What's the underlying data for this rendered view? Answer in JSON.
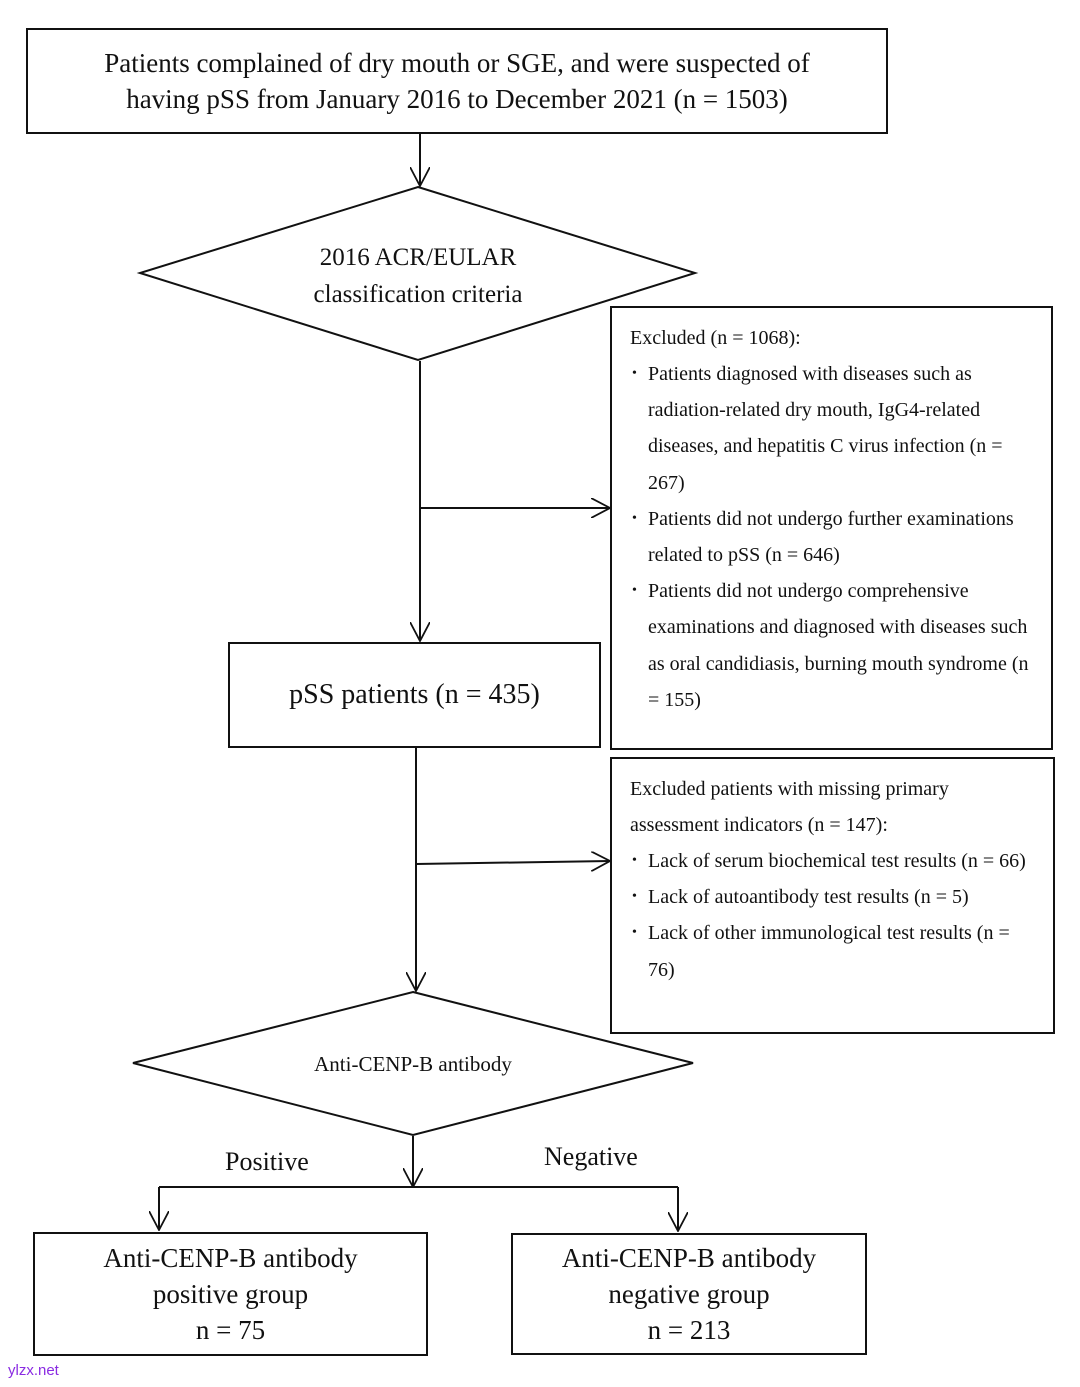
{
  "flowchart": {
    "start_box": {
      "lines": [
        "Patients complained of dry mouth or SGE, and were suspected of",
        "having pSS from January 2016 to December 2021 (n = 1503)"
      ]
    },
    "decision_criteria": {
      "lines": [
        "2016 ACR/EULAR",
        "classification criteria"
      ]
    },
    "exclusion_1": {
      "title": "Excluded (n = 1068):",
      "items": [
        "Patients diagnosed with diseases such as radiation-related dry mouth, IgG4-related diseases, and hepatitis C virus infection (n = 267)",
        "Patients did not undergo further examinations related to pSS (n = 646)",
        "Patients did not undergo comprehensive examinations and diagnosed with diseases such as oral candidiasis, burning mouth syndrome (n = 155)"
      ]
    },
    "pss_box": {
      "text": "pSS patients (n = 435)"
    },
    "exclusion_2": {
      "title": "Excluded patients with missing primary assessment indicators (n = 147):",
      "items": [
        "Lack of serum biochemical test results (n = 66)",
        "Lack of autoantibody test results (n = 5)",
        "Lack of other immunological test results (n = 76)"
      ]
    },
    "decision_antibody": {
      "text": "Anti-CENP-B antibody"
    },
    "branch_labels": {
      "positive": "Positive",
      "negative": "Negative"
    },
    "positive_group": {
      "lines": [
        "Anti-CENP-B antibody",
        "positive group",
        "n = 75"
      ]
    },
    "negative_group": {
      "lines": [
        "Anti-CENP-B antibody",
        "negative group",
        "n = 213"
      ]
    }
  },
  "watermark": "ylzx.net"
}
